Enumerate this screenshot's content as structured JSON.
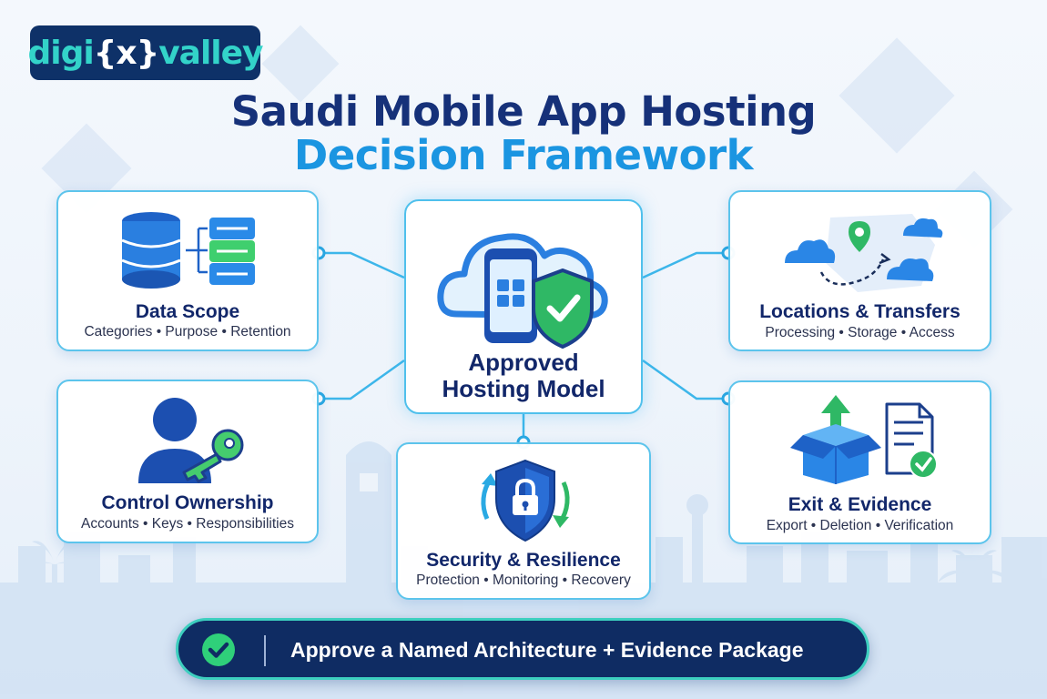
{
  "logo": {
    "pre": "digi",
    "brace_open": "{",
    "mid": "x",
    "brace_close": "}",
    "post": "valley"
  },
  "title": {
    "line1": "Saudi Mobile App Hosting",
    "line2": "Decision Framework"
  },
  "center": {
    "line1": "Approved",
    "line2": "Hosting Model"
  },
  "cards": [
    {
      "title": "Data Scope",
      "subtitle": "Categories • Purpose • Retention"
    },
    {
      "title": "Locations & Transfers",
      "subtitle": "Processing • Storage • Access"
    },
    {
      "title": "Control Ownership",
      "subtitle": "Accounts • Keys • Responsibilities"
    },
    {
      "title": "Exit & Evidence",
      "subtitle": "Export • Deletion • Verification"
    },
    {
      "title": "Security & Resilience",
      "subtitle": "Protection • Monitoring • Recovery"
    }
  ],
  "banner": {
    "text": "Approve a Named Architecture + Evidence Package"
  },
  "colors": {
    "navy": "#12276a",
    "accent_blue": "#1b95e1",
    "card_border": "#5cc4ec",
    "teal": "#33d3c9",
    "green": "#2fb865"
  }
}
